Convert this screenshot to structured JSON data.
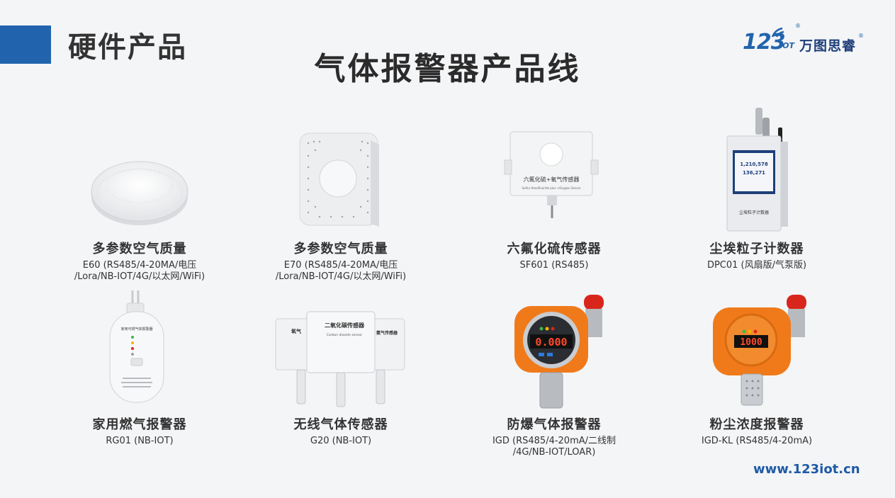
{
  "header": {
    "section_title": "硬件产品",
    "main_title": "气体报警器产品线",
    "logo_number": "123",
    "logo_iot": "IOT",
    "logo_company": "万图思睿",
    "logo_registered": "®"
  },
  "products": [
    {
      "name": "多参数空气质量",
      "spec_line1": "E60 (RS485/4-20MA/电压",
      "spec_line2": "/Lora/NB-IOT/4G/以太网/WiFi)"
    },
    {
      "name": "多参数空气质量",
      "spec_line1": "E70 (RS485/4-20MA/电压",
      "spec_line2": "/Lora/NB-IOT/4G/以太网/WiFi)"
    },
    {
      "name": "六氟化硫传感器",
      "spec_line1": "SF601 (RS485)",
      "spec_line2": "",
      "device_label": "六氟化硫+氧气传感器",
      "device_sublabel": "Sulfur Hexafluoride plus +Oxygen Sensor"
    },
    {
      "name": "尘埃粒子计数器",
      "spec_line1": "DPC01 (风扇版/气泵版)",
      "spec_line2": "",
      "screen_values": [
        "1,210,578",
        "136,271"
      ],
      "device_label": "尘埃粒子计数器"
    },
    {
      "name": "家用燃气报警器",
      "spec_line1": "RG01 (NB-IOT)",
      "spec_line2": "",
      "device_label": "家用可燃气体报警器"
    },
    {
      "name": "无线气体传感器",
      "spec_line1": "G20 (NB-IOT)",
      "spec_line2": "",
      "device_label": "二氧化碳传感器",
      "device_sublabel": "Carbon dioxide sensor",
      "side_label_left": "氧气",
      "side_label_right": "氨气传感器"
    },
    {
      "name": "防爆气体报警器",
      "spec_line1": "IGD (RS485/4-20mA/二线制",
      "spec_line2": "/4G/NB-IOT/LOAR)",
      "display_value": "0.000"
    },
    {
      "name": "粉尘浓度报警器",
      "spec_line1": "IGD-KL (RS485/4-20mA)",
      "spec_line2": "",
      "display_value": "1000"
    }
  ],
  "footer": {
    "website": "www.123iot.cn"
  },
  "colors": {
    "accent": "#2164ad",
    "orange": "#f07a1a",
    "red": "#d8261c"
  }
}
